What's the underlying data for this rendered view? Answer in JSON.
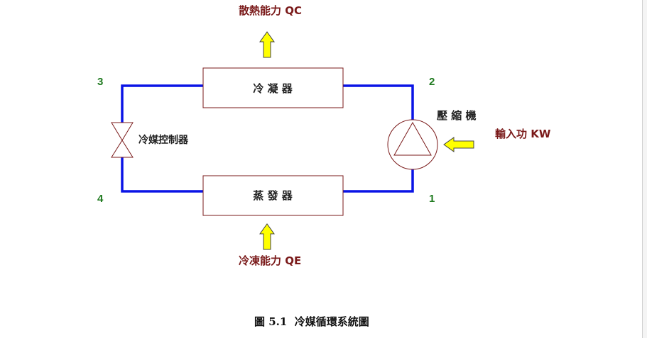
{
  "diagram": {
    "heat_rejection_label": "散熱能力 QC",
    "refrigeration_label": "冷凍能力 QE",
    "work_input_label": "輸入功 KW",
    "condenser_label": "冷 凝 器",
    "evaporator_label": "蒸 發 器",
    "compressor_label": "壓 縮 機",
    "expansion_valve_label": "冷媒控制器",
    "node_1": "1",
    "node_2": "2",
    "node_3": "3",
    "node_4": "4",
    "caption": "圖 5.1  冷媒循環系統圖"
  },
  "colors": {
    "pipe": "#0a14e6",
    "component_outline": "#7a1a1a",
    "arrow_fill": "#ffff00",
    "arrow_stroke": "#444444",
    "maroon_text": "#7a1a1a",
    "node_numbers": "#1f7a1f"
  }
}
